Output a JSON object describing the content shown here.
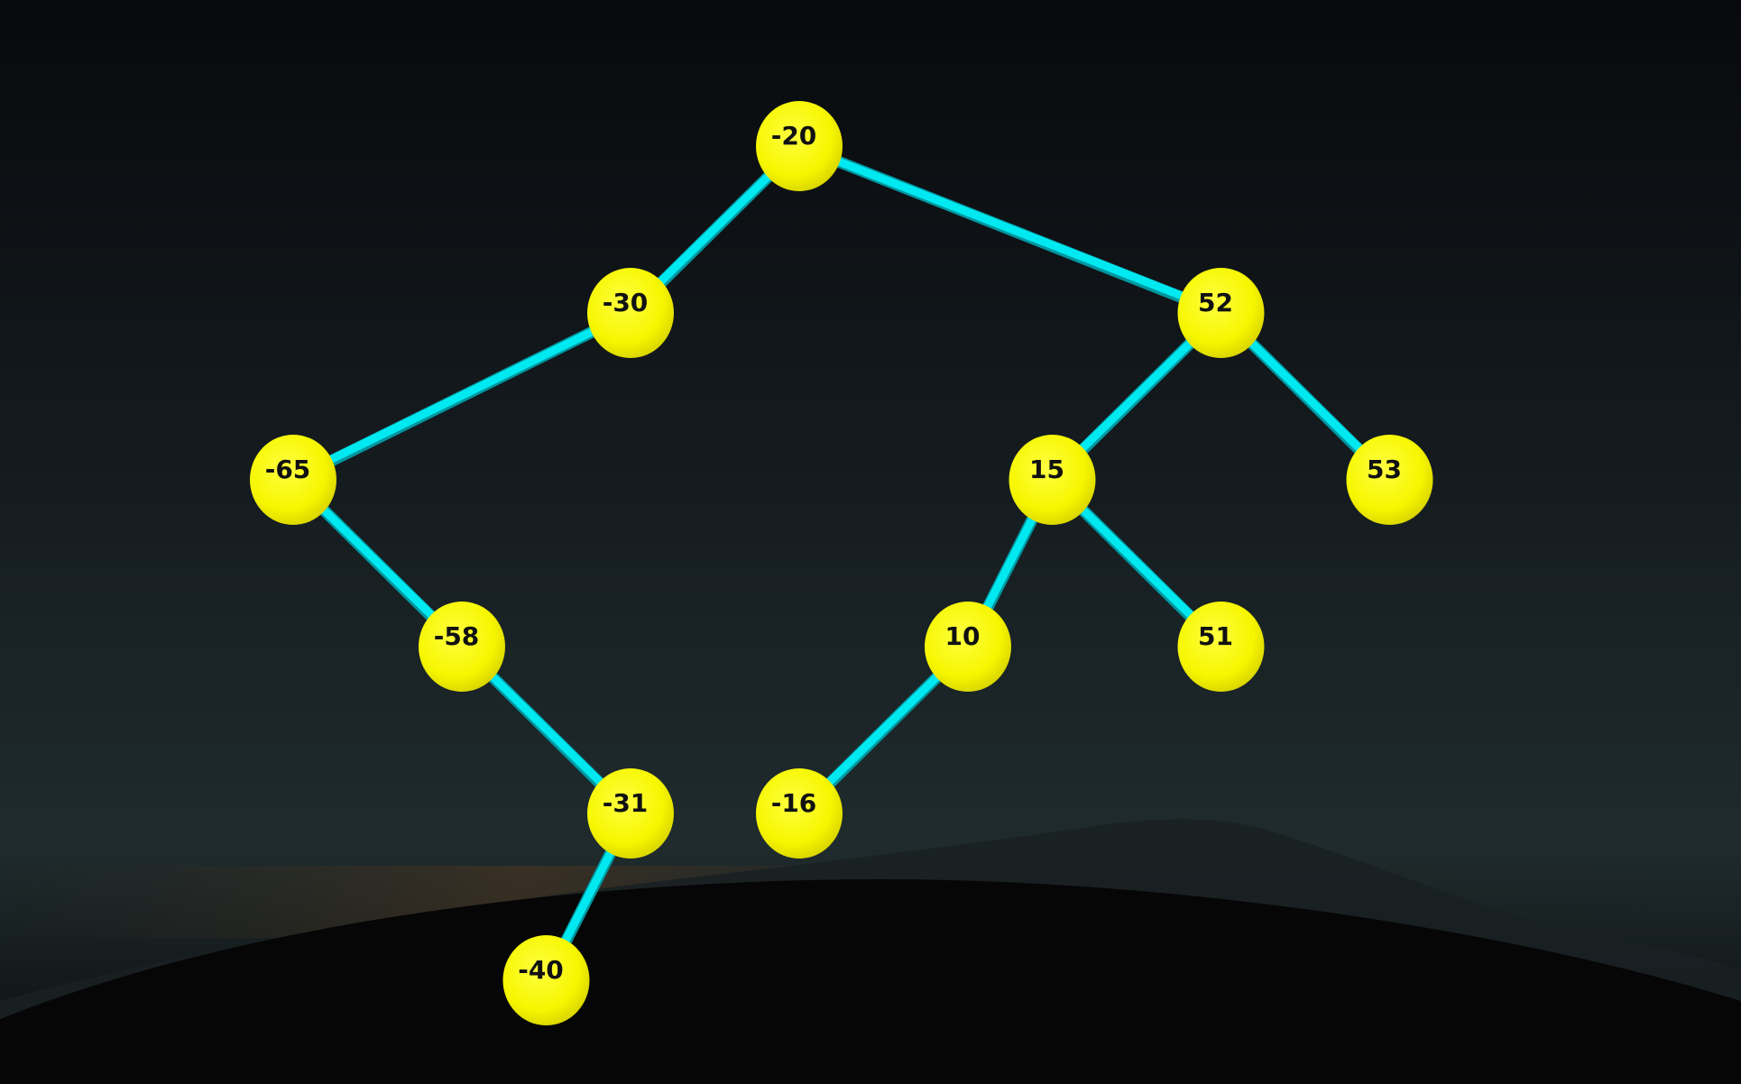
{
  "tree": {
    "nodes": [
      {
        "id": "n-20",
        "label": "-20",
        "depth": 0,
        "order": 7
      },
      {
        "id": "n-30",
        "label": "-30",
        "depth": 1,
        "order": 5
      },
      {
        "id": "n52",
        "label": "52",
        "depth": 1,
        "order": 12
      },
      {
        "id": "n-65",
        "label": "-65",
        "depth": 2,
        "order": 1
      },
      {
        "id": "n15",
        "label": "15",
        "depth": 2,
        "order": 10
      },
      {
        "id": "n53",
        "label": "53",
        "depth": 2,
        "order": 14
      },
      {
        "id": "n-58",
        "label": "-58",
        "depth": 3,
        "order": 3
      },
      {
        "id": "n10",
        "label": "10",
        "depth": 3,
        "order": 9
      },
      {
        "id": "n51",
        "label": "51",
        "depth": 3,
        "order": 12
      },
      {
        "id": "n-31",
        "label": "-31",
        "depth": 4,
        "order": 5
      },
      {
        "id": "n-16",
        "label": "-16",
        "depth": 4,
        "order": 7
      },
      {
        "id": "n-40",
        "label": "-40",
        "depth": 5,
        "order": 4
      }
    ],
    "edges": [
      [
        "n-20",
        "n-30"
      ],
      [
        "n-20",
        "n52"
      ],
      [
        "n-30",
        "n-65"
      ],
      [
        "n-65",
        "n-58"
      ],
      [
        "n-58",
        "n-31"
      ],
      [
        "n-31",
        "n-40"
      ],
      [
        "n52",
        "n15"
      ],
      [
        "n52",
        "n53"
      ],
      [
        "n15",
        "n10"
      ],
      [
        "n15",
        "n51"
      ],
      [
        "n10",
        "n-16"
      ]
    ]
  },
  "colors": {
    "node_fill": "#ffff00",
    "edge": "#00e8f0",
    "label": "#111111",
    "sky_top": "#0a0c10",
    "sky_bottom": "#1e2a2c",
    "ground": "#050505"
  }
}
